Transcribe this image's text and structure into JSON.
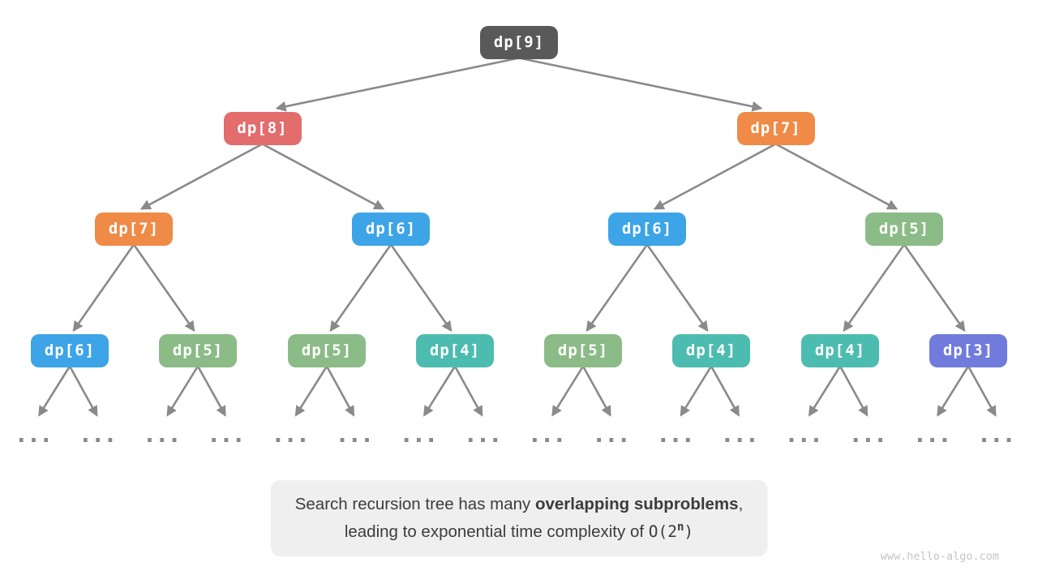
{
  "tree": {
    "levels": [
      {
        "nodes": [
          {
            "label": "dp[9]",
            "color": "#595959"
          }
        ]
      },
      {
        "nodes": [
          {
            "label": "dp[8]",
            "color": "#e36c6c"
          },
          {
            "label": "dp[7]",
            "color": "#ef8a47"
          }
        ]
      },
      {
        "nodes": [
          {
            "label": "dp[7]",
            "color": "#ef8a47"
          },
          {
            "label": "dp[6]",
            "color": "#3da4e7"
          },
          {
            "label": "dp[6]",
            "color": "#3da4e7"
          },
          {
            "label": "dp[5]",
            "color": "#8bbb87"
          }
        ]
      },
      {
        "nodes": [
          {
            "label": "dp[6]",
            "color": "#3da4e7"
          },
          {
            "label": "dp[5]",
            "color": "#8bbb87"
          },
          {
            "label": "dp[5]",
            "color": "#8bbb87"
          },
          {
            "label": "dp[4]",
            "color": "#4dbcb0"
          },
          {
            "label": "dp[5]",
            "color": "#8bbb87"
          },
          {
            "label": "dp[4]",
            "color": "#4dbcb0"
          },
          {
            "label": "dp[4]",
            "color": "#4dbcb0"
          },
          {
            "label": "dp[3]",
            "color": "#717bdc"
          }
        ]
      }
    ]
  },
  "ellipsis": {
    "symbol": "...",
    "count": 16
  },
  "arrow_color": "#8a8a8a",
  "caption": {
    "line1_prefix": "Search recursion tree has many ",
    "line1_bold": "overlapping subproblems",
    "line1_suffix": ",",
    "line2_prefix": "leading to exponential time complexity of ",
    "complexity_base": "O(2",
    "complexity_exponent": "n",
    "complexity_close": ")"
  },
  "watermark": "www.hello-algo.com"
}
